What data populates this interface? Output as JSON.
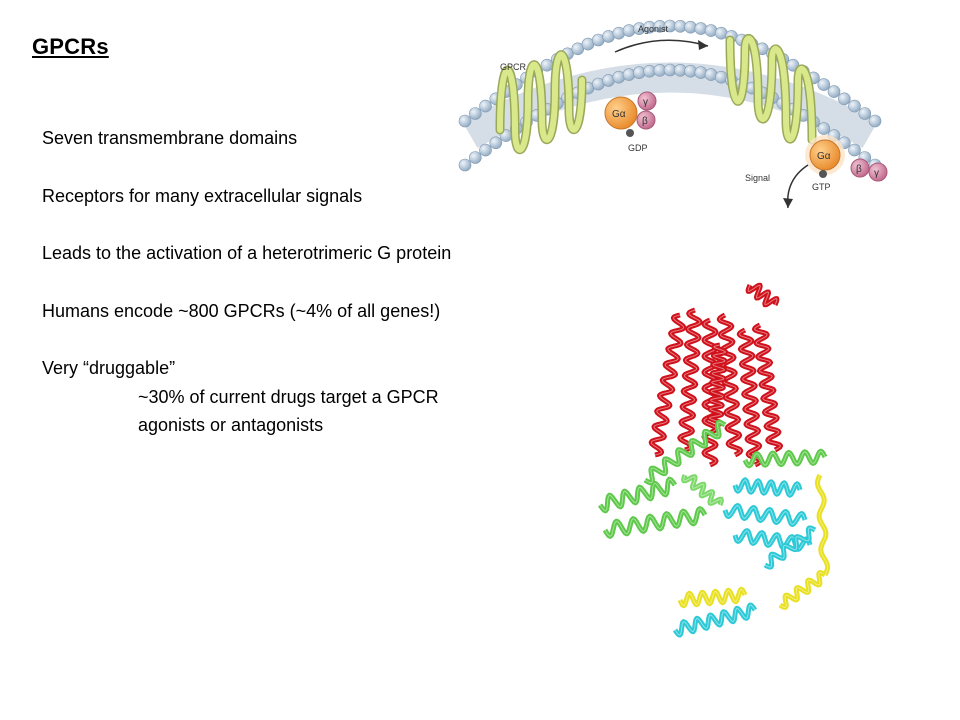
{
  "slide": {
    "title": "GPCRs",
    "bullets": [
      "Seven transmembrane domains",
      "Receptors for many extracellular signals",
      "Leads to the activation of a heterotrimeric G protein",
      "Humans encode ~800 GPCRs (~4% of all genes!)",
      "Very “druggable”"
    ],
    "sub_bullets": [
      "~30% of current drugs target a GPCR",
      "agonists or antagonists"
    ]
  },
  "diagram": {
    "agonist_label": "Agonist",
    "gpcr_label": "GPCR",
    "gdp_label": "GDP",
    "gtp_label": "GTP",
    "signal_label": "Signal",
    "g_alpha": "Gα",
    "beta": "β",
    "gamma": "γ",
    "colors": {
      "helix": "#d8e88a",
      "lipid_head": "#b9cde0",
      "g_alpha": "#f3a54a",
      "beta_gamma": "#d98aa8"
    }
  },
  "structure": {
    "colors": {
      "receptor": "#d0101a",
      "g_alpha": "#5ec94a",
      "g_beta": "#2cc9d6",
      "g_gamma": "#e8e020"
    }
  }
}
